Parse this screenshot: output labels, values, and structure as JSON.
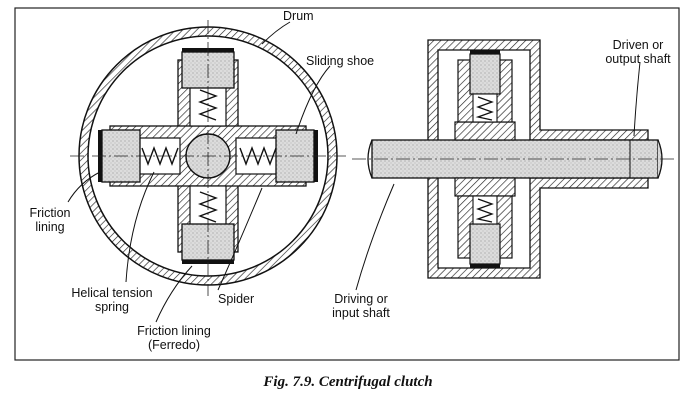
{
  "labels": {
    "drum": "Drum",
    "sliding_shoe": "Sliding shoe",
    "friction_lining_left_1": "Friction",
    "friction_lining_left_2": "lining",
    "helical_spring_1": "Helical tension",
    "helical_spring_2": "spring",
    "spider": "Spider",
    "friction_lining_ferredo_1": "Friction lining",
    "friction_lining_ferredo_2": "(Ferredo)",
    "driving_shaft_1": "Driving or",
    "driving_shaft_2": "input shaft",
    "driven_shaft_1": "Driven or",
    "driven_shaft_2": "output shaft"
  },
  "caption": "Fig. 7.9.  Centrifugal clutch",
  "colors": {
    "ink": "#1a1a1a",
    "shading": "#d9d9d9",
    "paper": "#ffffff"
  }
}
